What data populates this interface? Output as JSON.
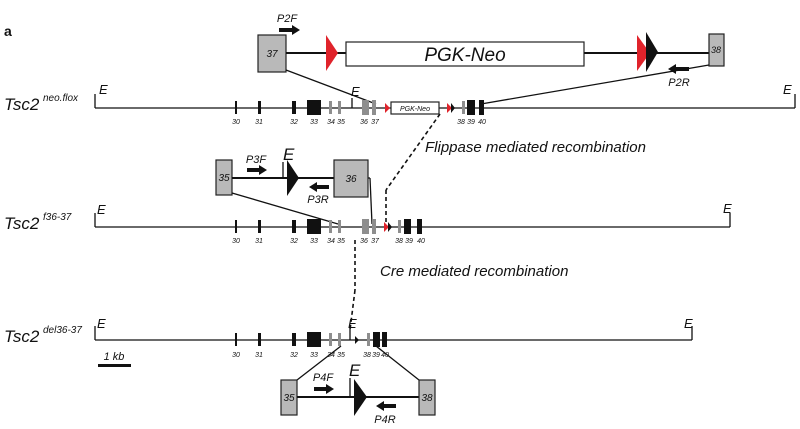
{
  "panel_label": "a",
  "alleles": [
    {
      "name": "Tsc2",
      "superscript": "neo.flox"
    },
    {
      "name": "Tsc2",
      "superscript": "f36-37"
    },
    {
      "name": "Tsc2",
      "superscript": "del36-37"
    }
  ],
  "restriction_site": "E",
  "exon_labels": {
    "e30": "30",
    "e31": "31",
    "e32": "32",
    "e33": "33",
    "e34": "34",
    "e35": "35",
    "e36": "36",
    "e37": "37",
    "e38": "38",
    "e39": "39",
    "e40": "40"
  },
  "cassette": {
    "name": "PGK-Neo",
    "box_label_large": "PGK-Neo",
    "box_label_small": "PGK-Neo"
  },
  "inset_boxes": {
    "top_left": "37",
    "top_right": "38",
    "mid_left": "35",
    "mid_right": "36",
    "bot_left": "35",
    "bot_right": "38"
  },
  "primers": {
    "p2f": "P2F",
    "p2r": "P2R",
    "p3f": "P3F",
    "p3r": "P3R",
    "p4f": "P4F",
    "p4r": "P4R"
  },
  "recombination": {
    "flippase": "Flippase mediated recombination",
    "cre": "Cre mediated recombination"
  },
  "scale_bar": "1 kb",
  "colors": {
    "frt_site": "#e0232b",
    "loxp_site": "#111111",
    "exon_black": "#111111",
    "exon_gray": "#8e8e8e",
    "inset_box": "#b9b9b9"
  }
}
